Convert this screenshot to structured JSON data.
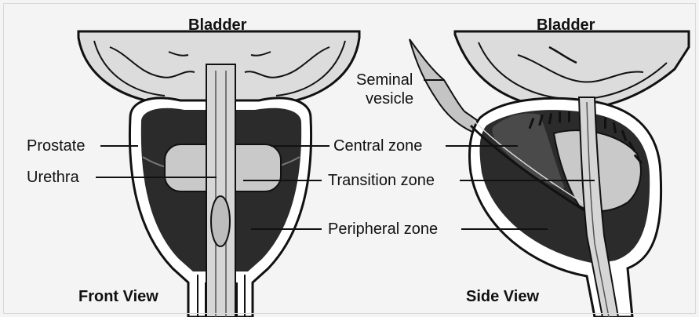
{
  "front_view": {
    "bladder_label": "Bladder",
    "prostate_label": "Prostate",
    "urethra_label": "Urethra",
    "view_label": "Front View"
  },
  "side_view": {
    "bladder_label": "Bladder",
    "seminal_vesicle_label_line1": "Seminal",
    "seminal_vesicle_label_line2": "vesicle",
    "view_label": "Side View"
  },
  "zones": {
    "central_zone_label": "Central zone",
    "transition_zone_label": "Transition zone",
    "peripheral_zone_label": "Peripheral zone"
  },
  "colors": {
    "background": "#f4f4f4",
    "dark_zone": "#2b2b2b",
    "mid_zone": "#4a4a4a",
    "light_zone": "#c9c9c9",
    "bladder_fill": "#dcdcdc",
    "outline": "#111111"
  }
}
